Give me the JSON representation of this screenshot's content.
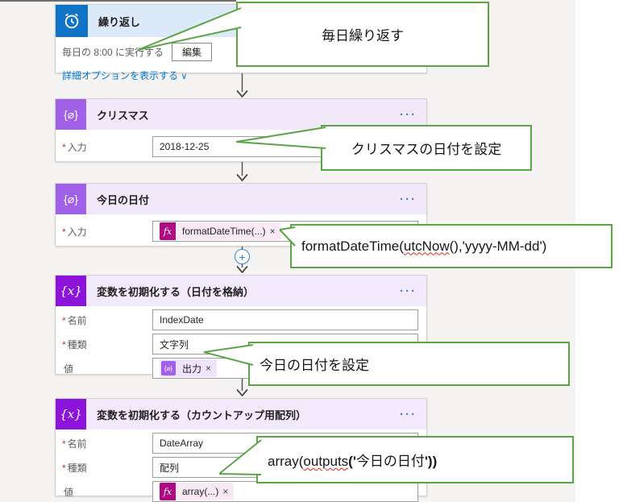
{
  "colors": {
    "canvas_gray": "#f5f4f2",
    "callout_green": "#5aa546",
    "link_blue": "#0078d4",
    "recurrence_blue": "#1173c5",
    "compose_purple": "#a160e8",
    "variable_purple": "#8c14da",
    "fx_magenta": "#ad0b83"
  },
  "icons": {
    "plus": "+",
    "fx": "fx",
    "compose_glyph": "{⌀}",
    "variable_glyph": "{x}",
    "dots": "···",
    "close": "×",
    "chevron": "∨"
  },
  "cards": [
    {
      "title": "繰り返し",
      "schedule_text": "毎日の 8:00 に実行する",
      "edit_button": "編集",
      "advanced_link": "詳細オプションを表示する",
      "advanced_chevron": "∨"
    },
    {
      "title": "クリスマス",
      "fields": [
        {
          "required": "*",
          "label": "入力",
          "value": "2018-12-25"
        }
      ]
    },
    {
      "title": "今日の日付",
      "fields": [
        {
          "required": "*",
          "label": "入力",
          "token": {
            "label": "formatDateTime(...)",
            "remove": "×"
          }
        }
      ]
    },
    {
      "title": "変数を初期化する（日付を格納）",
      "fields": [
        {
          "required": "*",
          "label": "名前",
          "value": "IndexDate"
        },
        {
          "required": "*",
          "label": "種類",
          "value": "文字列",
          "chevron": "∨"
        },
        {
          "label": "値",
          "token": {
            "label": "出力",
            "remove": "×"
          }
        }
      ]
    },
    {
      "title": "変数を初期化する（カウントアップ用配列）",
      "fields": [
        {
          "required": "*",
          "label": "名前",
          "value": "DateArray"
        },
        {
          "required": "*",
          "label": "種類",
          "value": "配列",
          "chevron": "∨"
        },
        {
          "label": "値",
          "token": {
            "label": "array(...)",
            "remove": "×"
          }
        }
      ]
    }
  ],
  "callouts": [
    {
      "text": "毎日繰り返す"
    },
    {
      "text": "クリスマスの日付を設定"
    },
    {
      "segments": {
        "pre": "formatDateTime(",
        "misspelled": "utcNow",
        "post": "(),'yyyy-MM-dd')"
      }
    },
    {
      "text": "今日の日付を設定"
    },
    {
      "segments": {
        "pre": "array(",
        "misspelled": "outputs",
        "b1": "('",
        "mid": "今日の日付",
        "b2": "'))"
      }
    }
  ]
}
